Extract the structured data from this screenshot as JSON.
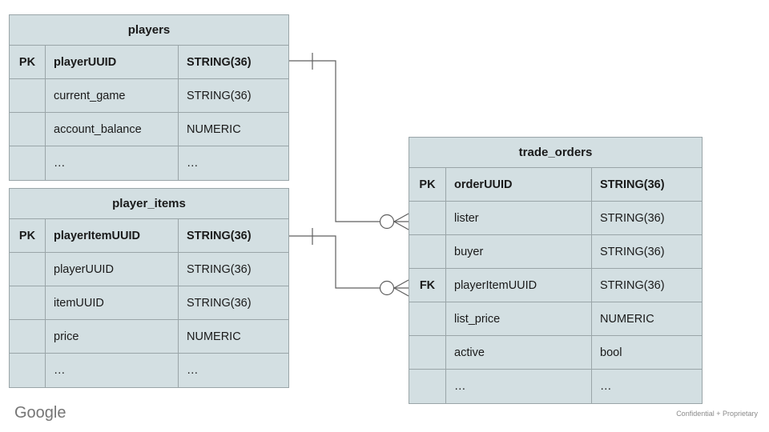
{
  "diagram": {
    "type": "entity-relationship-diagram",
    "notation": "crow's foot",
    "colors": {
      "table_fill": "#d3dfe2",
      "table_border": "#9aa5a8",
      "connector": "#5f5f5f",
      "text": "#1a1a1a",
      "footer_text": "#757575"
    },
    "tables": [
      {
        "id": "players",
        "title": "players",
        "columns": [
          {
            "key": "PK",
            "name": "playerUUID",
            "type": "STRING(36)",
            "primary": true
          },
          {
            "key": "",
            "name": "current_game",
            "type": "STRING(36)",
            "primary": false
          },
          {
            "key": "",
            "name": "account_balance",
            "type": "NUMERIC",
            "primary": false
          },
          {
            "key": "",
            "name": "…",
            "type": "…",
            "primary": false
          }
        ]
      },
      {
        "id": "player_items",
        "title": "player_items",
        "columns": [
          {
            "key": "PK",
            "name": "playerItemUUID",
            "type": "STRING(36)",
            "primary": true
          },
          {
            "key": "",
            "name": "playerUUID",
            "type": "STRING(36)",
            "primary": false
          },
          {
            "key": "",
            "name": "itemUUID",
            "type": "STRING(36)",
            "primary": false
          },
          {
            "key": "",
            "name": "price",
            "type": "NUMERIC",
            "primary": false
          },
          {
            "key": "",
            "name": "…",
            "type": "…",
            "primary": false
          }
        ]
      },
      {
        "id": "trade_orders",
        "title": "trade_orders",
        "columns": [
          {
            "key": "PK",
            "name": "orderUUID",
            "type": "STRING(36)",
            "primary": true
          },
          {
            "key": "",
            "name": "lister",
            "type": "STRING(36)",
            "primary": false
          },
          {
            "key": "",
            "name": "buyer",
            "type": "STRING(36)",
            "primary": false
          },
          {
            "key": "FK",
            "name": "playerItemUUID",
            "type": "STRING(36)",
            "primary": false
          },
          {
            "key": "",
            "name": "list_price",
            "type": "NUMERIC",
            "primary": false
          },
          {
            "key": "",
            "name": "active",
            "type": "bool",
            "primary": false
          },
          {
            "key": "",
            "name": "…",
            "type": "…",
            "primary": false
          }
        ]
      }
    ],
    "relationships": [
      {
        "id": "players-to-trade-orders",
        "from_table": "players",
        "from_column": "playerUUID",
        "from_cardinality": "one",
        "to_table": "trade_orders",
        "to_column": "lister",
        "to_cardinality": "zero-or-many"
      },
      {
        "id": "player-items-to-trade-orders",
        "from_table": "player_items",
        "from_column": "playerItemUUID",
        "from_cardinality": "one",
        "to_table": "trade_orders",
        "to_column": "playerItemUUID",
        "to_cardinality": "zero-or-many"
      }
    ]
  },
  "footer": {
    "logo_text": "Google",
    "note": "Confidential + Proprietary"
  }
}
